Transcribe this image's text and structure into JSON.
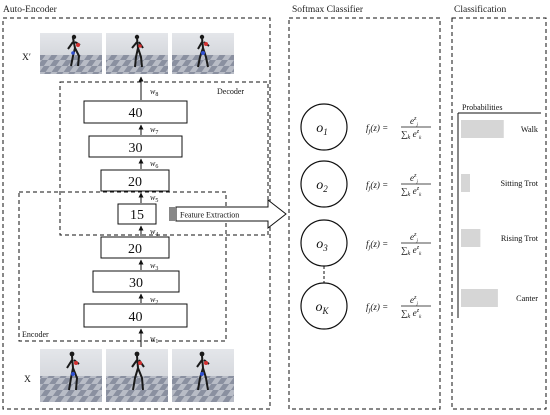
{
  "titles": {
    "autoencoder": "Auto-Encoder",
    "softmax": "Softmax Classifier",
    "classification": "Classification"
  },
  "autoencoder": {
    "input_label": "X",
    "output_label": "X′",
    "encoder_label": "Encoder",
    "decoder_label": "Decoder",
    "feature_extraction": "Feature Extraction",
    "layers": [
      "40",
      "30",
      "20",
      "15",
      "20",
      "30",
      "40"
    ],
    "weights": [
      {
        "base": "w",
        "sub": "1"
      },
      {
        "base": "w",
        "sub": "2"
      },
      {
        "base": "w",
        "sub": "3"
      },
      {
        "base": "w",
        "sub": "4"
      },
      {
        "base": "w",
        "sub": "5"
      },
      {
        "base": "w",
        "sub": "6"
      },
      {
        "base": "w",
        "sub": "7"
      },
      {
        "base": "w",
        "sub": "8"
      }
    ]
  },
  "softmax": {
    "nodes": [
      {
        "base": "o",
        "sub": "1"
      },
      {
        "base": "o",
        "sub": "2"
      },
      {
        "base": "o",
        "sub": "3"
      },
      {
        "base": "o",
        "sub": "K"
      }
    ],
    "formula": {
      "lhs_f": "f",
      "lhs_j": "j",
      "lhs_arg": "(z) =",
      "num_e": "e",
      "num_exp": "z",
      "num_sub": "j",
      "den_sum": "∑",
      "den_k": "k",
      "den_e": "e",
      "den_exp": "z",
      "den_sub": "k"
    }
  },
  "classification": {
    "probabilities_label": "Probabilities",
    "bar_color": "#d6d6d6",
    "classes": [
      {
        "label": "Walk",
        "value": 0.95
      },
      {
        "label": "Sitting Trot",
        "value": 0.2
      },
      {
        "label": "Rising Trot",
        "value": 0.43
      },
      {
        "label": "Canter",
        "value": 0.82
      }
    ]
  }
}
